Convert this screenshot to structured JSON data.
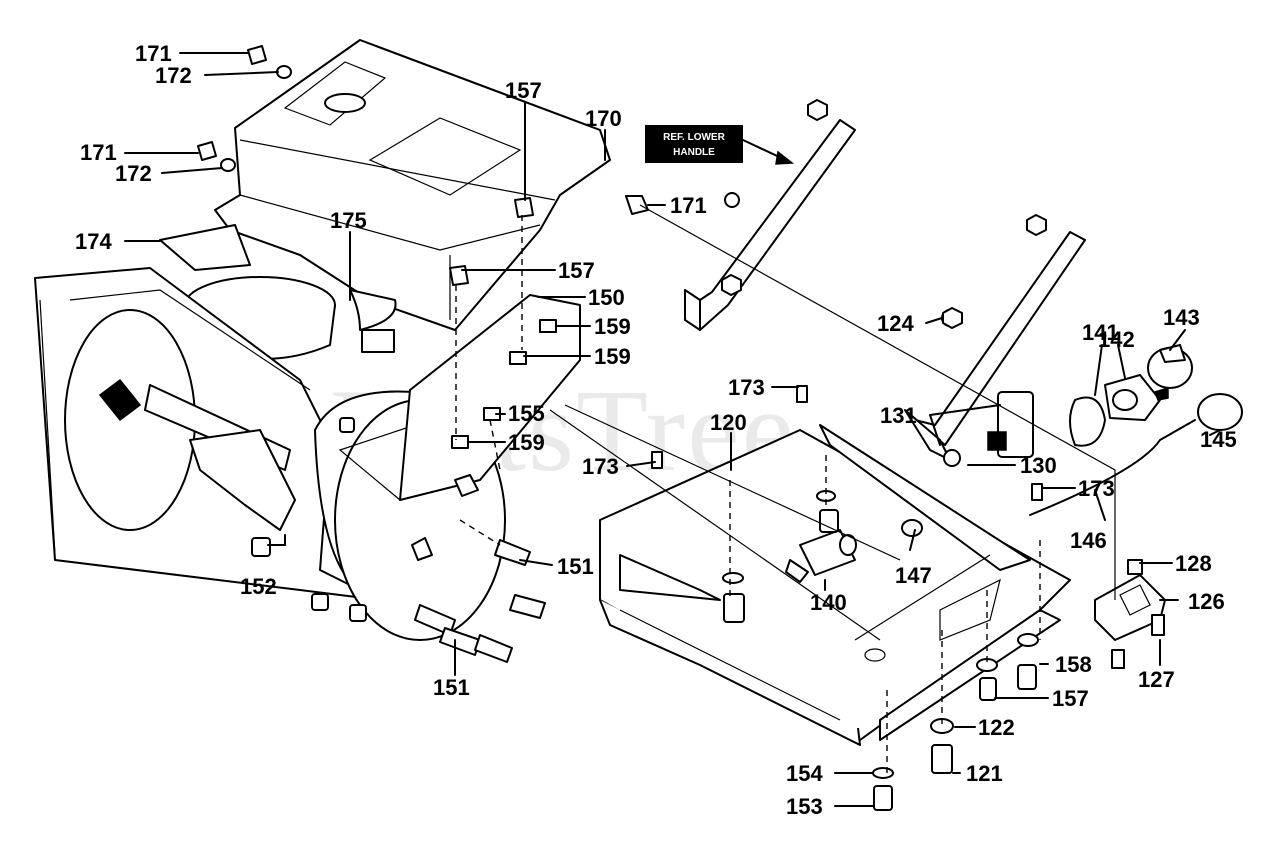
{
  "diagram": {
    "watermark": "PartsTree",
    "reference_note": [
      "REF. LOWER",
      "HANDLE"
    ],
    "labels": [
      {
        "id": "171a",
        "text": "171"
      },
      {
        "id": "172a",
        "text": "172"
      },
      {
        "id": "171b",
        "text": "171"
      },
      {
        "id": "172b",
        "text": "172"
      },
      {
        "id": "157a",
        "text": "157"
      },
      {
        "id": "170",
        "text": "170"
      },
      {
        "id": "171c",
        "text": "171"
      },
      {
        "id": "175",
        "text": "175"
      },
      {
        "id": "174",
        "text": "174"
      },
      {
        "id": "157b",
        "text": "157"
      },
      {
        "id": "150",
        "text": "150"
      },
      {
        "id": "159a",
        "text": "159"
      },
      {
        "id": "159b",
        "text": "159"
      },
      {
        "id": "155",
        "text": "155"
      },
      {
        "id": "159c",
        "text": "159"
      },
      {
        "id": "124",
        "text": "124"
      },
      {
        "id": "141",
        "text": "141"
      },
      {
        "id": "142",
        "text": "142"
      },
      {
        "id": "143",
        "text": "143"
      },
      {
        "id": "173a",
        "text": "173"
      },
      {
        "id": "120",
        "text": "120"
      },
      {
        "id": "131",
        "text": "131"
      },
      {
        "id": "173b",
        "text": "173"
      },
      {
        "id": "130",
        "text": "130"
      },
      {
        "id": "145",
        "text": "145"
      },
      {
        "id": "173c",
        "text": "173"
      },
      {
        "id": "146",
        "text": "146"
      },
      {
        "id": "151a",
        "text": "151"
      },
      {
        "id": "152",
        "text": "152"
      },
      {
        "id": "147",
        "text": "147"
      },
      {
        "id": "128",
        "text": "128"
      },
      {
        "id": "140",
        "text": "140"
      },
      {
        "id": "126",
        "text": "126"
      },
      {
        "id": "158",
        "text": "158"
      },
      {
        "id": "127",
        "text": "127"
      },
      {
        "id": "151b",
        "text": "151"
      },
      {
        "id": "157c",
        "text": "157"
      },
      {
        "id": "122",
        "text": "122"
      },
      {
        "id": "154",
        "text": "154"
      },
      {
        "id": "121",
        "text": "121"
      },
      {
        "id": "153",
        "text": "153"
      }
    ]
  }
}
